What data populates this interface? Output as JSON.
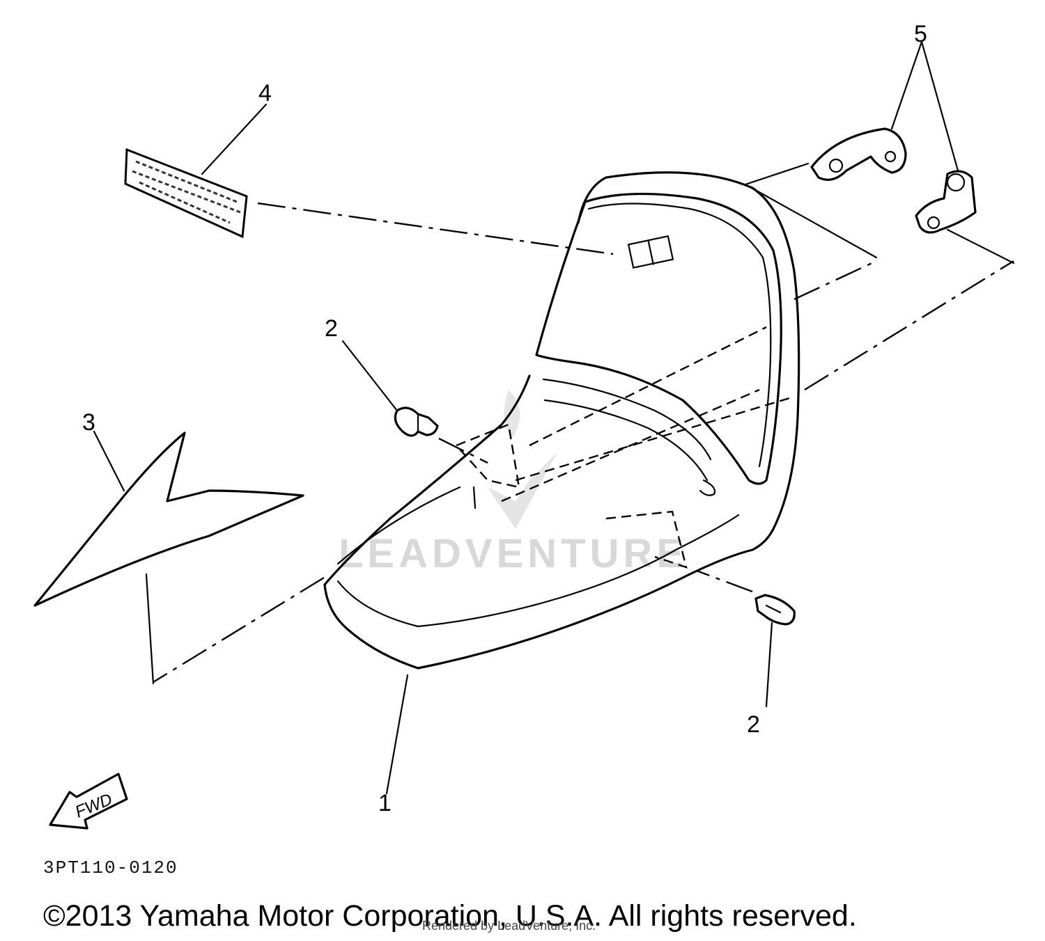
{
  "callouts": [
    {
      "id": "c1",
      "text": "1"
    },
    {
      "id": "c2a",
      "text": "2"
    },
    {
      "id": "c2b",
      "text": "2"
    },
    {
      "id": "c3",
      "text": "3"
    },
    {
      "id": "c4",
      "text": "4"
    },
    {
      "id": "c5",
      "text": "5"
    }
  ],
  "fwd_arrow_text": "FWD",
  "diagram_code": "3PT110-0120",
  "watermark": "LEADVENTURE",
  "copyright": "©2013 Yamaha Motor Corporation, U.S.A. All rights reserved.",
  "rendered_by": "Rendered by LeadVenture, Inc."
}
